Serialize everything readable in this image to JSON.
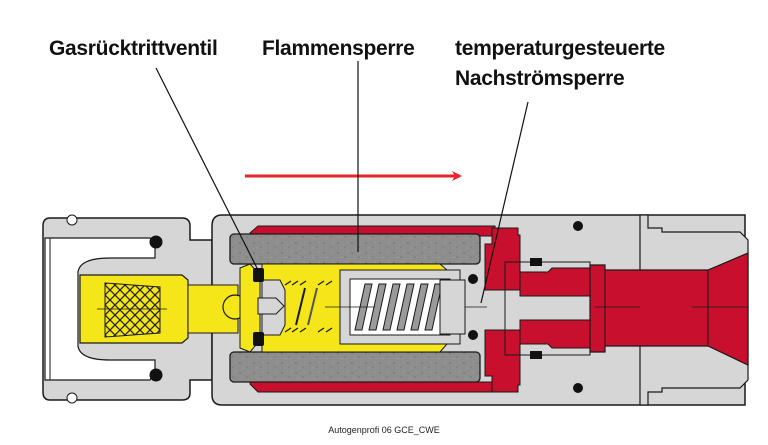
{
  "labels": {
    "check_valve": "Gasrücktrittventil",
    "flame_arrestor": "Flammensperre",
    "thermal_cutoff_line1": "temperaturgesteuerte",
    "thermal_cutoff_line2": "Nachströmsperre"
  },
  "caption": "Autogenprofi 06 GCE_CWE",
  "flow_direction": "left-to-right",
  "colors": {
    "housing": "#d6d6d6",
    "outline": "#1a1a1a",
    "inlet_yellow": "#f5e61a",
    "outlet_red": "#c8102e",
    "sinter_gray": "#8c8c8c",
    "arrow_red": "#e8232a",
    "o_ring": "#111111"
  }
}
